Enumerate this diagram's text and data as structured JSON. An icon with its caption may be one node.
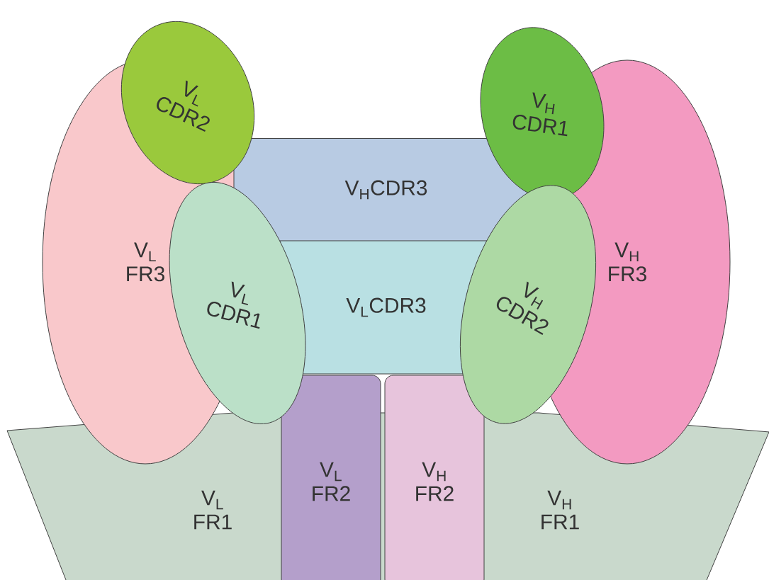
{
  "diagram": {
    "nodes": [
      {
        "text": [
          "V$_{L}$ CDR2"
        ]
      },
      {
        "text": [
          "V$_{H}$ CDR1"
        ]
      },
      {
        "text": [
          "V$_{H}$CDR3"
        ]
      },
      {
        "text": [
          "V$_{L}$ FR3"
        ]
      },
      {
        "text": [
          "V$_{L}$ CDR1"
        ]
      },
      {
        "text": [
          "V$_{L}$CDR3"
        ]
      },
      {
        "text": [
          "V$_{H}$ CDR2"
        ]
      },
      {
        "text": [
          "V$_{H}$ FR3"
        ]
      },
      {
        "text": [
          "V$_{L}$ FR1",
          "V$_{H}$ FR1"
        ]
      },
      {
        "text": [
          "V$_{L}$ FR2"
        ]
      },
      {
        "text": [
          "V$_{H}$ FR2"
        ]
      }
    ]
  }
}
